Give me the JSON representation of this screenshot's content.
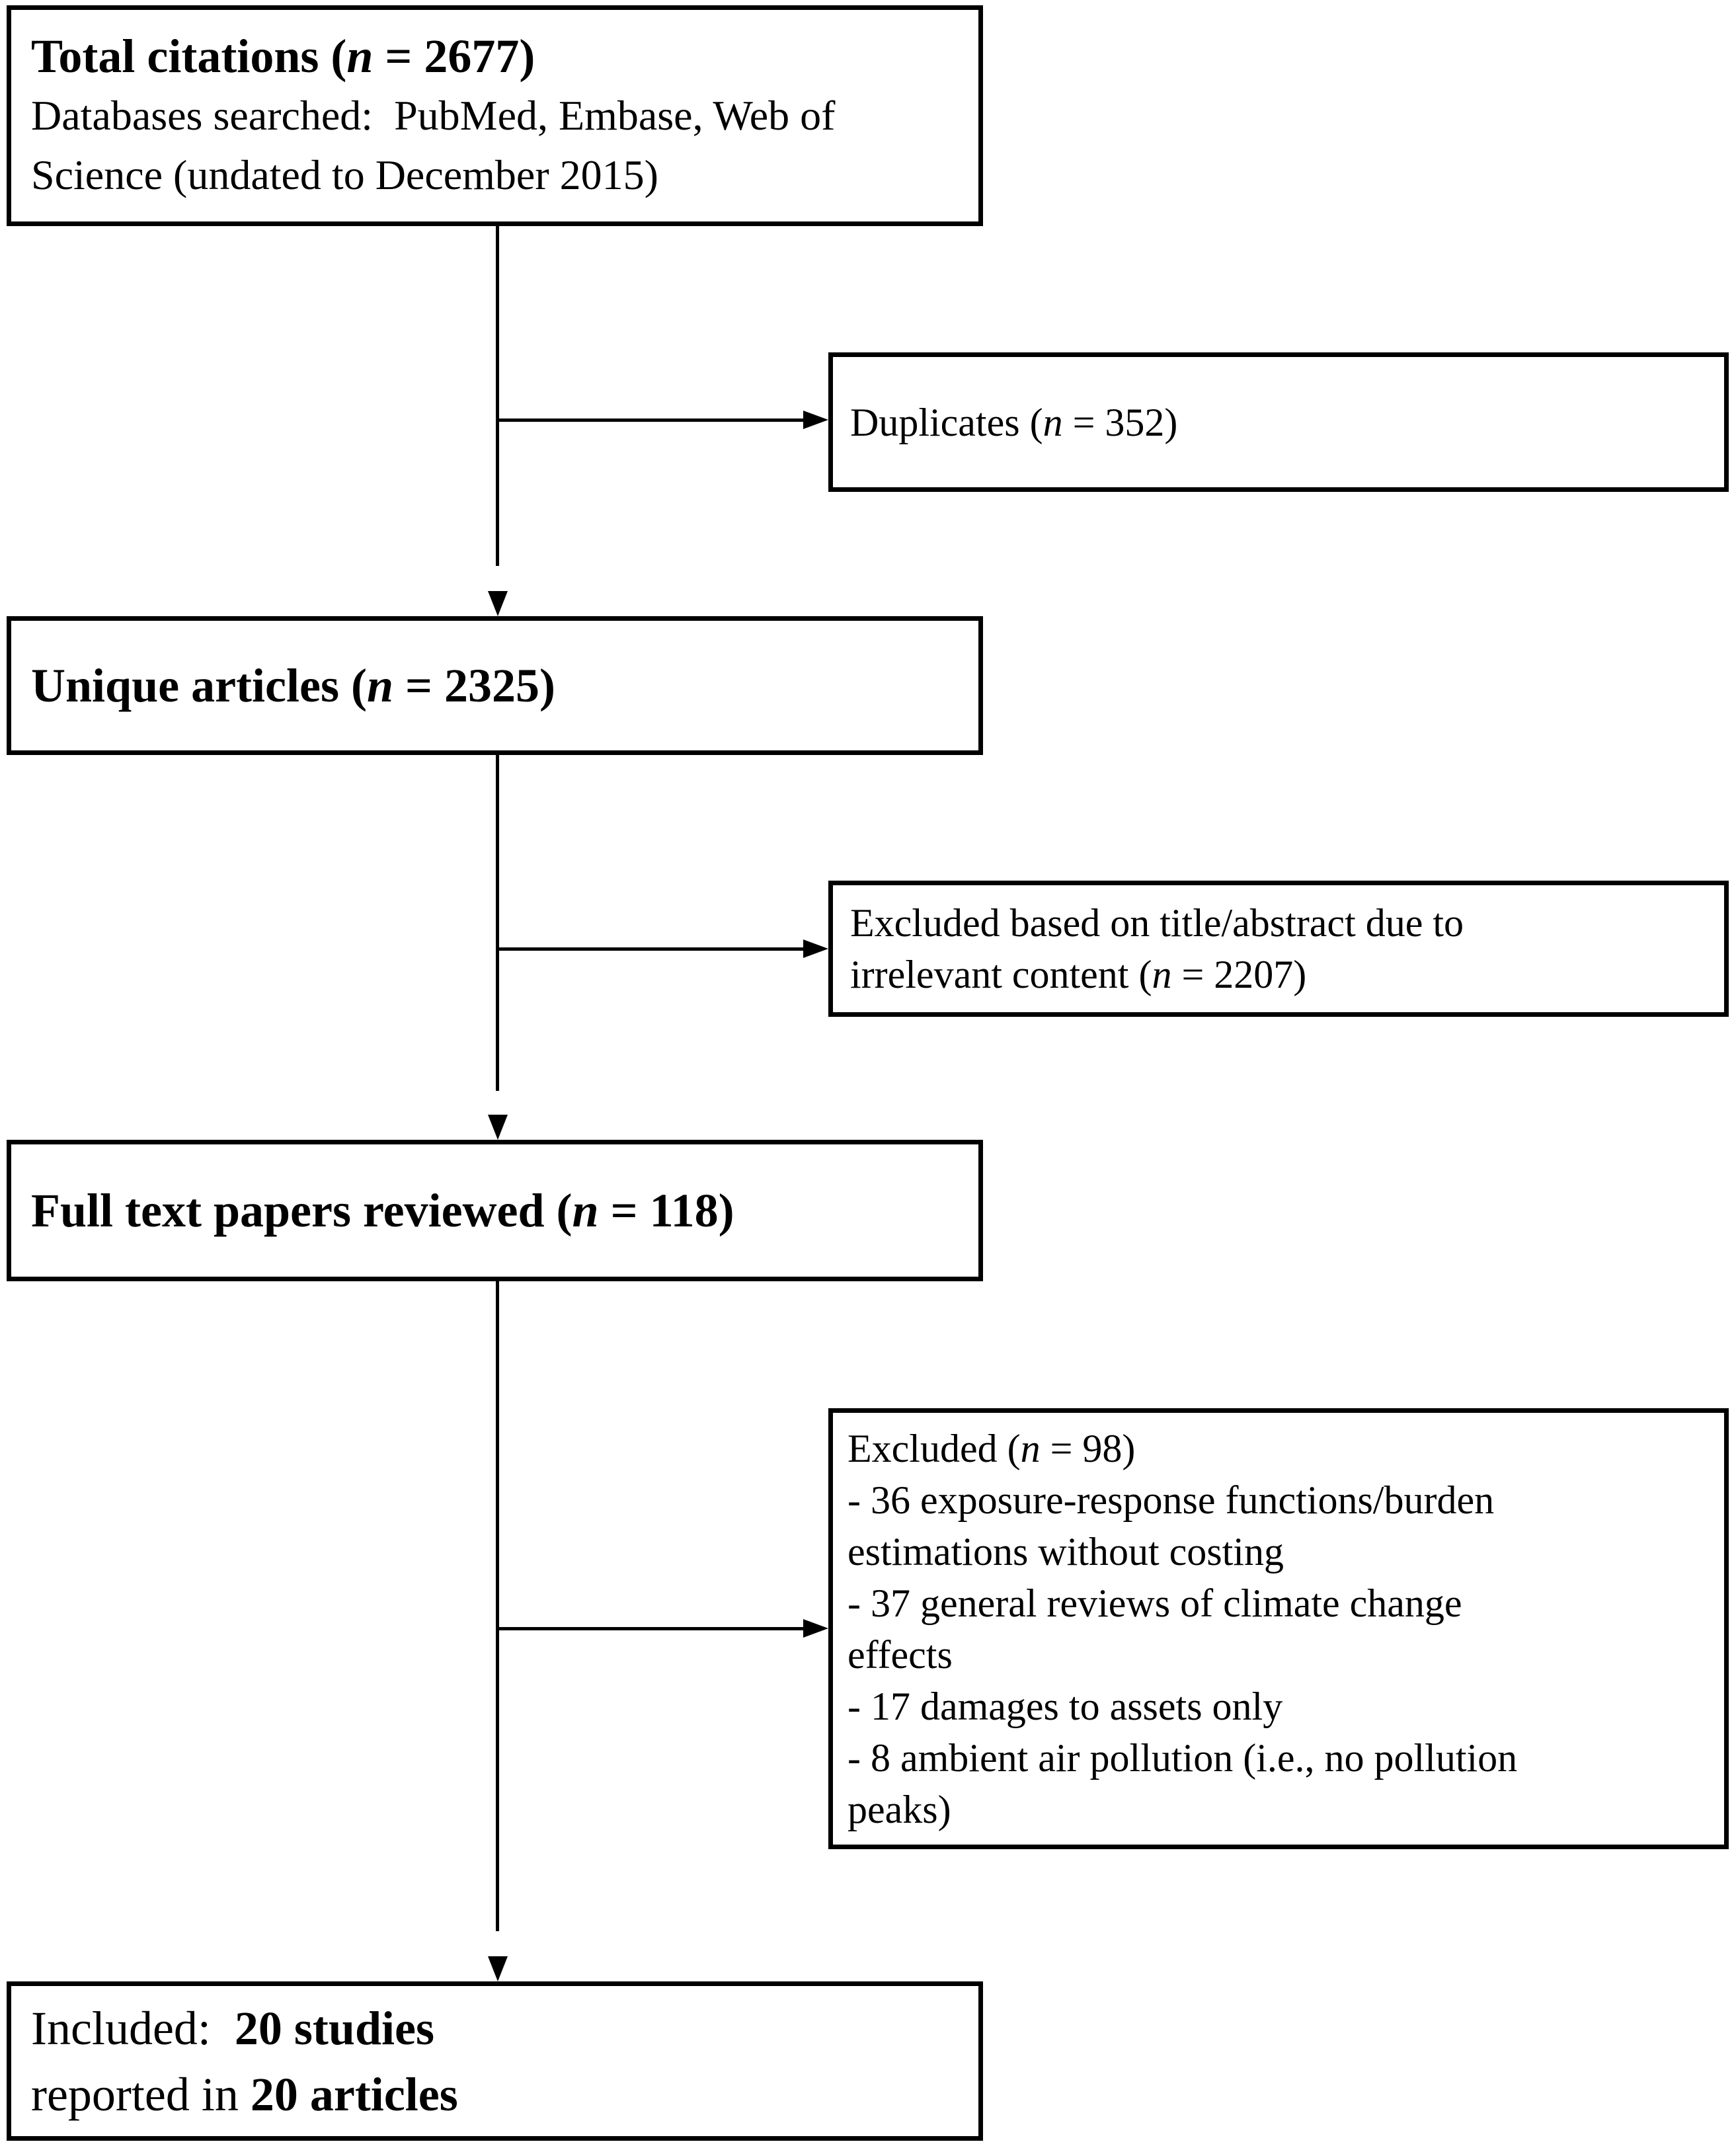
{
  "page": {
    "background_color": "#ffffff",
    "ink_color": "#000000",
    "description": "Study selection flow diagram"
  },
  "diagram": {
    "boxes": {
      "total": {
        "title": {
          "pre": "Total citations (",
          "n": "n",
          "post": " = 2677)"
        },
        "body_line1": "Databases searched:  PubMed, Embase, Web of",
        "body_line2": "Science (undated to December 2015)"
      },
      "duplicates": {
        "pre": "Duplicates (",
        "n": "n",
        "post": " = 352)"
      },
      "unique": {
        "pre": "Unique articles (",
        "n": "n",
        "post": " = 2325)"
      },
      "excluded_title_abstract": {
        "line1": "Excluded based on title/abstract due to",
        "line2": {
          "pre": "irrelevant content (",
          "n": "n",
          "post": " = 2207)"
        }
      },
      "full_text": {
        "pre": "Full text papers reviewed (",
        "n": "n",
        "post": " = 118)"
      },
      "excluded_full_text": {
        "header": {
          "pre": "Excluded (",
          "n": "n",
          "post": " = 98)"
        },
        "lines": [
          "- 36 exposure-response functions/burden",
          "estimations without costing",
          "- 37 general reviews of climate change",
          "effects",
          "- 17 damages to assets only",
          "- 8 ambient air pollution (i.e., no pollution",
          "peaks)"
        ]
      },
      "included": {
        "line1": {
          "pre": "Included:  ",
          "bold": "20 studies"
        },
        "line2": {
          "pre": "reported in ",
          "bold": "20 articles"
        }
      }
    }
  }
}
